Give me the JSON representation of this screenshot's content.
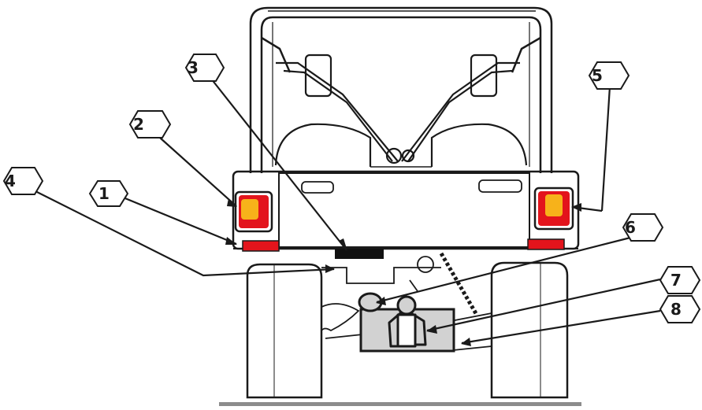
{
  "callouts": [
    {
      "id": "1",
      "label": "1"
    },
    {
      "id": "2",
      "label": "2"
    },
    {
      "id": "3",
      "label": "3"
    },
    {
      "id": "4",
      "label": "4"
    },
    {
      "id": "5",
      "label": "5"
    },
    {
      "id": "6",
      "label": "6"
    },
    {
      "id": "7",
      "label": "7"
    },
    {
      "id": "8",
      "label": "8"
    }
  ],
  "colors": {
    "line": "#1a1a1a",
    "lamp_red": "#e3141c",
    "lamp_amber": "#f7b21a",
    "plate_fill": "#d2d2d2",
    "ground": "#8c8c8c"
  }
}
